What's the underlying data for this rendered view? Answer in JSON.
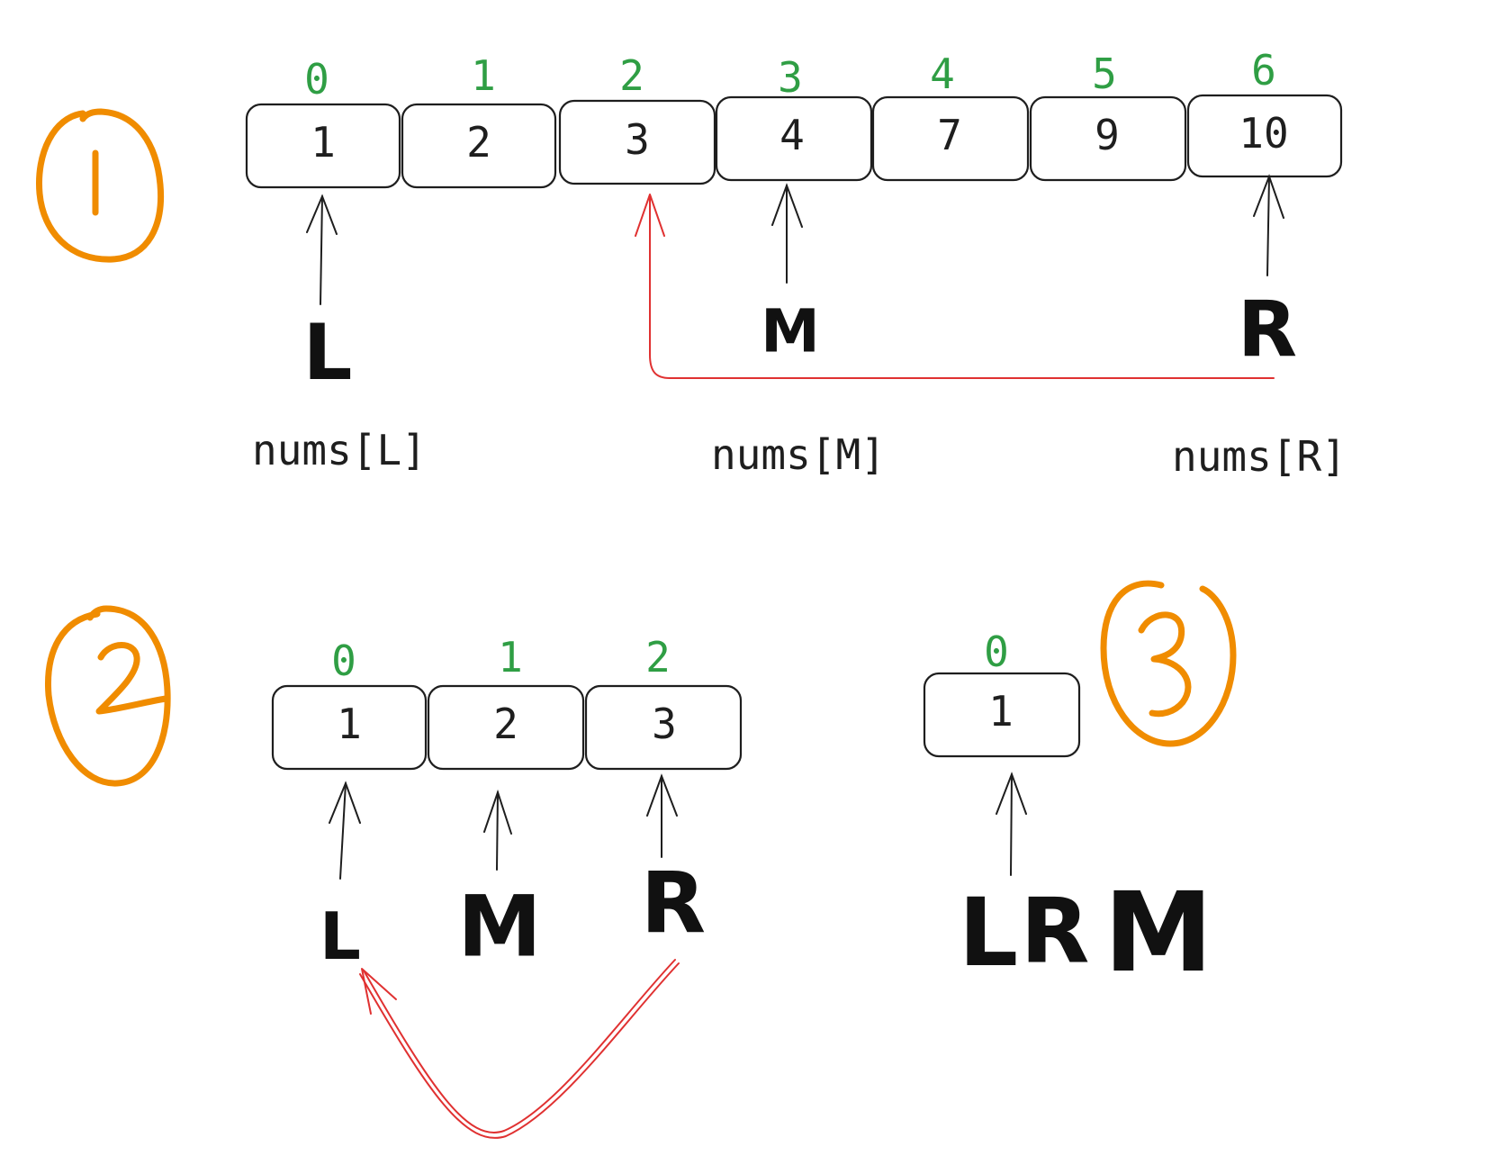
{
  "step1": {
    "badge": "1",
    "cells": [
      {
        "index": "0",
        "value": "1"
      },
      {
        "index": "1",
        "value": "2"
      },
      {
        "index": "2",
        "value": "3"
      },
      {
        "index": "3",
        "value": "4"
      },
      {
        "index": "4",
        "value": "7"
      },
      {
        "index": "5",
        "value": "9"
      },
      {
        "index": "6",
        "value": "10"
      }
    ],
    "pointers": {
      "L": "L",
      "M": "M",
      "R": "R"
    },
    "expressions": {
      "left": "nums[L]",
      "mid": "nums[M]",
      "right": "nums[R]"
    }
  },
  "step2": {
    "badge": "2",
    "cells": [
      {
        "index": "0",
        "value": "1"
      },
      {
        "index": "1",
        "value": "2"
      },
      {
        "index": "2",
        "value": "3"
      }
    ],
    "pointers": {
      "L": "L",
      "M": "M",
      "R": "R"
    }
  },
  "step3": {
    "badge": "3",
    "cells": [
      {
        "index": "0",
        "value": "1"
      }
    ],
    "pointers": {
      "L": "L",
      "R": "R",
      "M": "M"
    }
  },
  "colors": {
    "index": "#2f9e44",
    "badge": "#f08c00",
    "move_arrow": "#e03131",
    "ink": "#1e1e1e"
  }
}
